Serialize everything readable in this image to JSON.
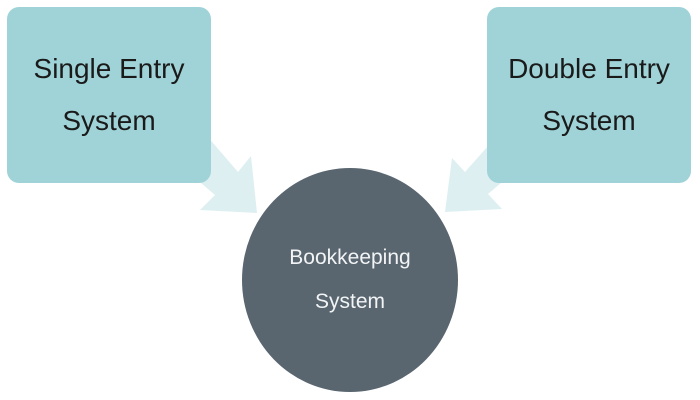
{
  "diagram": {
    "left_box": {
      "line1": "Single Entry",
      "line2": "System"
    },
    "right_box": {
      "line1": "Double Entry",
      "line2": "System"
    },
    "center": {
      "line1": "Bookkeeping",
      "line2": "System"
    }
  },
  "colors": {
    "box_fill": "#9fd3d8",
    "arrow_fill": "#ddeff1",
    "circle_fill": "#596670",
    "circle_text": "#f2f4f5",
    "box_text": "#1a1a1a"
  }
}
